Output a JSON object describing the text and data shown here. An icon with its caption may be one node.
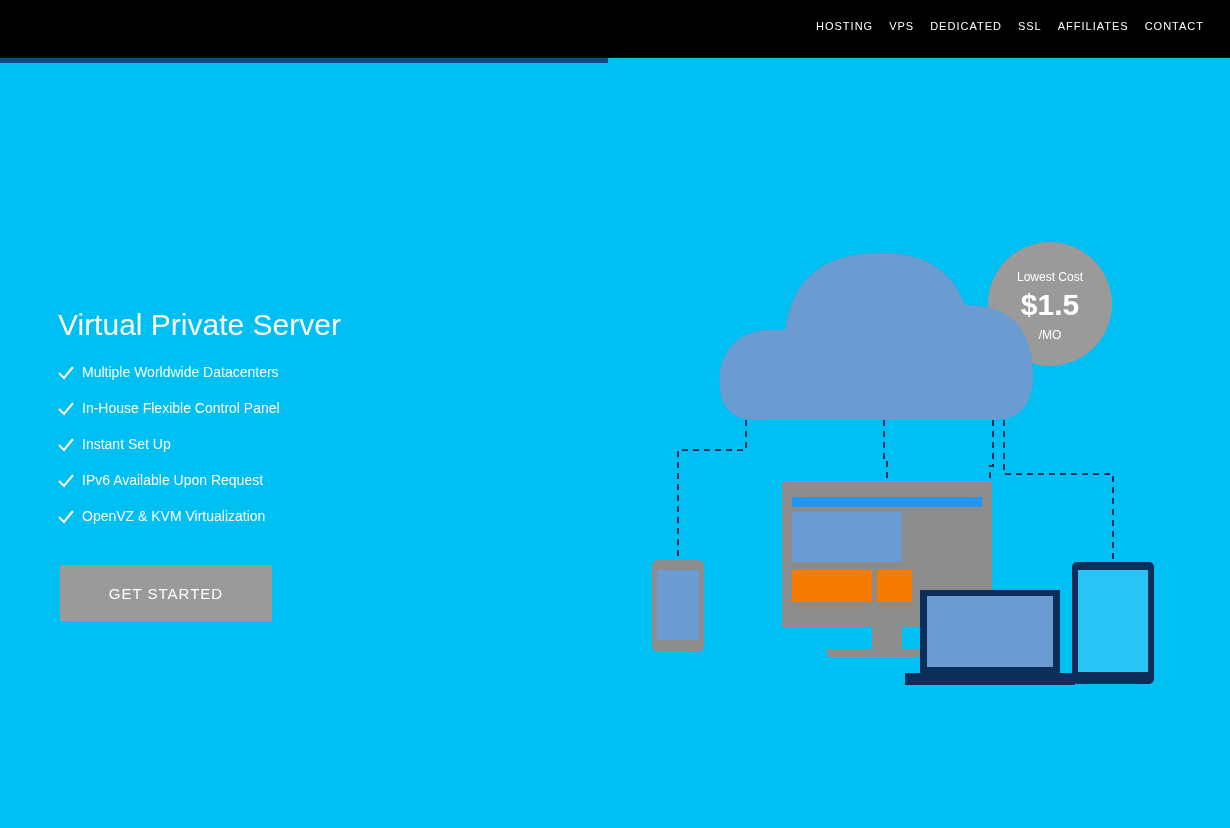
{
  "diagram": {
    "title": "Virtual Private Server",
    "nodes": [
      {
        "text": [
          "Lowest Cost",
          "$1.5",
          "/MO"
        ]
      },
      {
        "text": [],
        "shape": "cloud"
      },
      {
        "text": [],
        "shape": "phone"
      },
      {
        "text": [],
        "shape": "monitor"
      },
      {
        "text": [],
        "shape": "laptop"
      },
      {
        "text": [],
        "shape": "tablet"
      }
    ],
    "edges": [
      {
        "from": 1,
        "to": 2,
        "arrow": "none",
        "style": "dashed"
      },
      {
        "from": 1,
        "to": 3,
        "arrow": "none",
        "style": "dashed"
      },
      {
        "from": 1,
        "to": 4,
        "arrow": "none",
        "style": "dashed"
      },
      {
        "from": 1,
        "to": 5,
        "arrow": "none",
        "style": "dashed"
      }
    ],
    "labels": [
      "HOSTING",
      "VPS",
      "DEDICATED",
      "SSL",
      "AFFILIATES",
      "CONTACT",
      "Multiple Worldwide Datacenters",
      "In-House Flexible Control Panel",
      "Instant Set Up",
      "IPv6 Available Upon Request",
      "OpenVZ & KVM Virtualization",
      "GET STARTED"
    ]
  }
}
